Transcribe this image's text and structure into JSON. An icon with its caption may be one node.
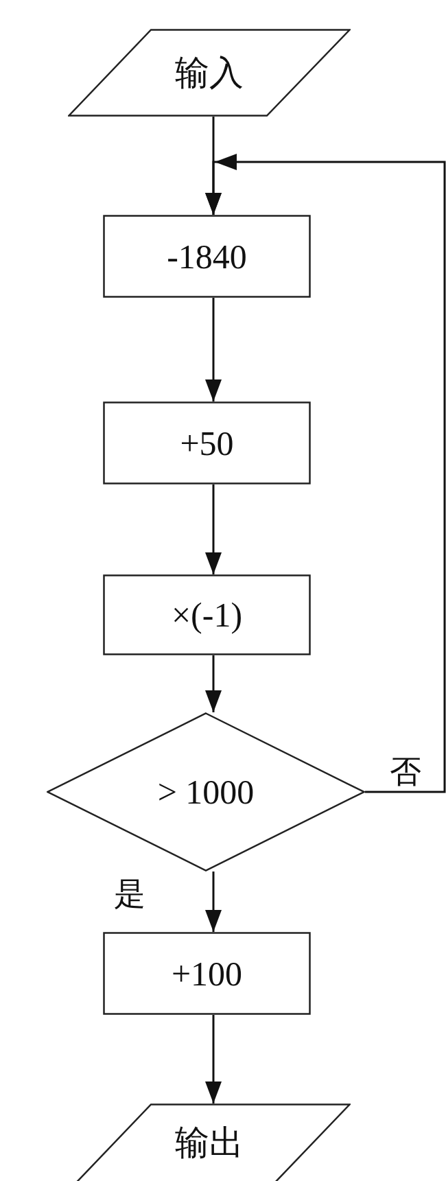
{
  "diagram": {
    "nodes": [
      {
        "text": [
          "输入"
        ]
      },
      {
        "text": [
          "-1840"
        ]
      },
      {
        "text": [
          "+50"
        ]
      },
      {
        "text": [
          "×(-1)"
        ]
      },
      {
        "text": [
          "> 1000"
        ]
      },
      {
        "text": [
          "+100"
        ]
      },
      {
        "text": [
          "输出"
        ]
      }
    ],
    "edges": [
      {
        "from": 0,
        "to": 1,
        "arrow": "to"
      },
      {
        "from": 1,
        "to": 2,
        "arrow": "to"
      },
      {
        "from": 2,
        "to": 3,
        "arrow": "to"
      },
      {
        "from": 3,
        "to": 4,
        "arrow": "to"
      },
      {
        "from": 4,
        "to": 5,
        "arrow": "to",
        "label": "是"
      },
      {
        "from": 5,
        "to": 6,
        "arrow": "to"
      },
      {
        "from": 4,
        "to": 1,
        "arrow": "to",
        "label": "否"
      }
    ]
  }
}
